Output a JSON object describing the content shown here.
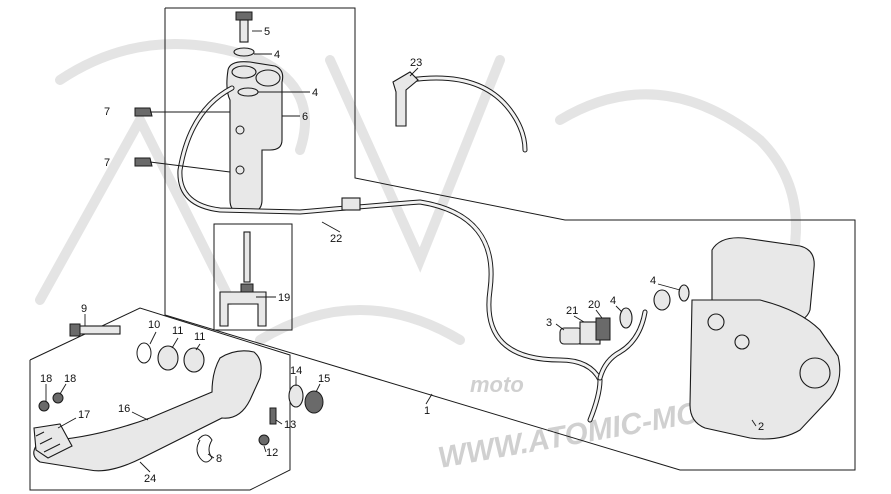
{
  "watermark": {
    "brand": "moto",
    "site": "WWW.ATOMIC-MOTO.FR"
  },
  "callouts": [
    {
      "id": "c5",
      "label": "5"
    },
    {
      "id": "c4a",
      "label": "4"
    },
    {
      "id": "c4b",
      "label": "4"
    },
    {
      "id": "c6",
      "label": "6"
    },
    {
      "id": "c7a",
      "label": "7"
    },
    {
      "id": "c7b",
      "label": "7"
    },
    {
      "id": "c23",
      "label": "23"
    },
    {
      "id": "c22",
      "label": "22"
    },
    {
      "id": "c19",
      "label": "19"
    },
    {
      "id": "c9",
      "label": "9"
    },
    {
      "id": "c10",
      "label": "10"
    },
    {
      "id": "c11a",
      "label": "11"
    },
    {
      "id": "c11b",
      "label": "11"
    },
    {
      "id": "c3",
      "label": "3"
    },
    {
      "id": "c21",
      "label": "21"
    },
    {
      "id": "c20",
      "label": "20"
    },
    {
      "id": "c4c",
      "label": "4"
    },
    {
      "id": "c4d",
      "label": "4"
    },
    {
      "id": "c14",
      "label": "14"
    },
    {
      "id": "c15",
      "label": "15"
    },
    {
      "id": "c18a",
      "label": "18"
    },
    {
      "id": "c18b",
      "label": "18"
    },
    {
      "id": "c17",
      "label": "17"
    },
    {
      "id": "c16",
      "label": "16"
    },
    {
      "id": "c13",
      "label": "13"
    },
    {
      "id": "c12",
      "label": "12"
    },
    {
      "id": "c8",
      "label": "8"
    },
    {
      "id": "c24",
      "label": "24"
    },
    {
      "id": "c1",
      "label": "1"
    },
    {
      "id": "c2",
      "label": "2"
    }
  ]
}
